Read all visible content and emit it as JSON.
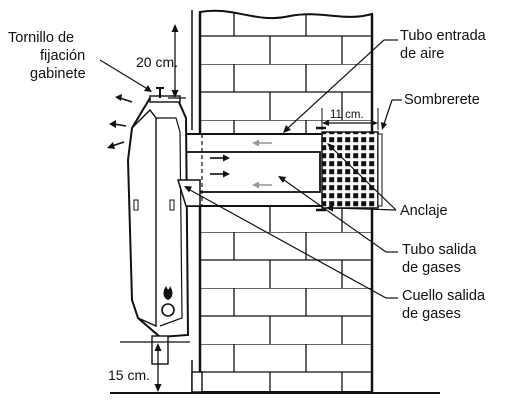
{
  "labels": {
    "tornillo_line1": "Tornillo de",
    "tornillo_line2": "fijación",
    "tornillo_line3": "gabinete",
    "tubo_entrada_line1": "Tubo entrada",
    "tubo_entrada_line2": "de aire",
    "sombrerete": "Sombrerete",
    "anclaje": "Anclaje",
    "tubo_salida_line1": "Tubo salida",
    "tubo_salida_line2": "de gases",
    "cuello_line1": "Cuello salida",
    "cuello_line2": "de gases"
  },
  "dimensions": {
    "top_clearance": "20 cm.",
    "bottom_clearance": "15 cm.",
    "cap_length": "11 cm."
  },
  "colors": {
    "line": "#111111",
    "flow_arrow_gray": "#9a9a9a",
    "background": "#ffffff"
  }
}
